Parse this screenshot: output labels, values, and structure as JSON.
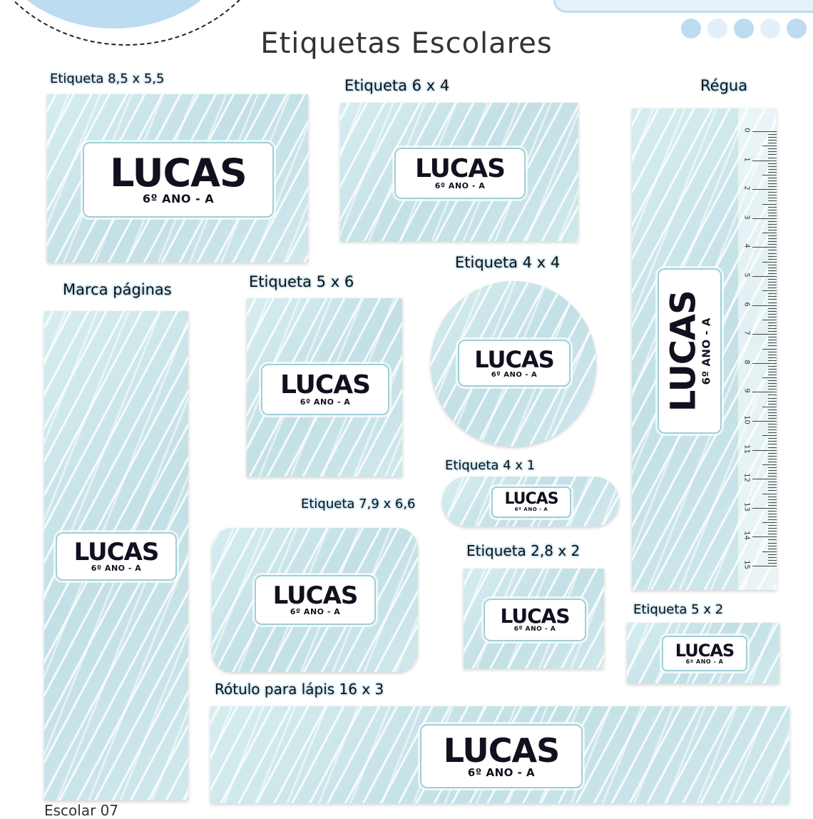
{
  "page": {
    "title": "Etiquetas Escolares",
    "footer": "Escolar 07",
    "colors": {
      "accent_blue": "#bcdcf0",
      "accent_blue_light": "#e6f1fa",
      "pattern_base": "#c6e3e7",
      "text_dark": "#12101f",
      "nameplate_border": "#9fd0d6"
    },
    "dots": [
      "#bcdcf0",
      "#e3f0fa",
      "#bcdcf0",
      "#e3f0fa",
      "#bcdcf0"
    ]
  },
  "name": "LUCAS",
  "class_line": "6º ANO - A",
  "labels": [
    {
      "id": "etiqueta-8-5x5-5",
      "title": "Etiqueta 8,5 x 5,5"
    },
    {
      "id": "etiqueta-6x4",
      "title": "Etiqueta 6 x 4"
    },
    {
      "id": "regua",
      "title": "Régua"
    },
    {
      "id": "marca-paginas",
      "title": "Marca páginas"
    },
    {
      "id": "etiqueta-5x6",
      "title": "Etiqueta 5 x 6"
    },
    {
      "id": "etiqueta-4x4",
      "title": "Etiqueta 4 x 4"
    },
    {
      "id": "etiqueta-4x1",
      "title": "Etiqueta 4 x 1"
    },
    {
      "id": "etiqueta-7-9x6-6",
      "title": "Etiqueta 7,9 x 6,6"
    },
    {
      "id": "etiqueta-2-8x2",
      "title": "Etiqueta 2,8 x 2"
    },
    {
      "id": "etiqueta-5x2",
      "title": "Etiqueta 5 x 2"
    },
    {
      "id": "rotulo-lapis-16x3",
      "title": "Rótulo para lápis 16 x 3"
    }
  ],
  "ruler": {
    "numbers": [
      "0",
      "1",
      "2",
      "3",
      "4",
      "5",
      "6",
      "7",
      "8",
      "9",
      "10",
      "11",
      "12",
      "13",
      "14",
      "15"
    ]
  }
}
